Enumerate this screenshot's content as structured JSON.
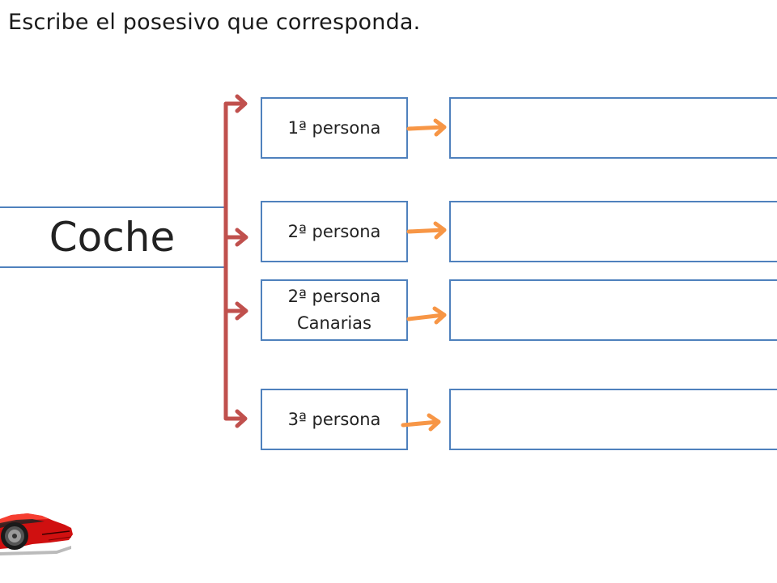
{
  "instruction": "Escribe el posesivo que corresponda.",
  "main_noun": "Coche",
  "persons": [
    {
      "line1": "1ª persona",
      "line2": "",
      "answer": ""
    },
    {
      "line1": "2ª persona",
      "line2": "",
      "answer": ""
    },
    {
      "line1": "2ª persona",
      "line2": "Canarias",
      "answer": ""
    },
    {
      "line1": "3ª persona",
      "line2": "",
      "answer": ""
    }
  ],
  "colors": {
    "box_border": "#4f81bd",
    "branch_arrow": "#c0504d",
    "answer_arrow": "#f79646",
    "car_body": "#d01010"
  },
  "decorations": [
    "red-sports-car-image"
  ]
}
